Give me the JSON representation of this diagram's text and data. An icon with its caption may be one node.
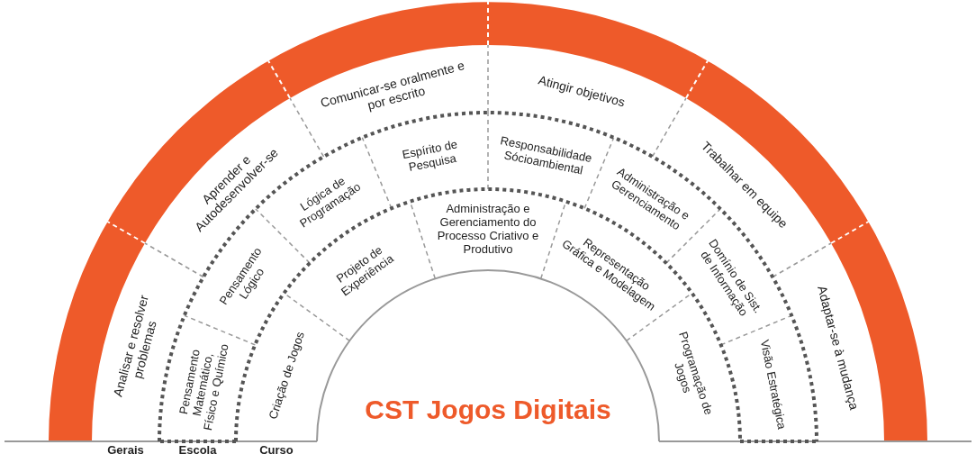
{
  "diagram": {
    "nodes": [
      {
        "text": [
          "Analisar e resolver problemas"
        ]
      },
      {
        "text": [
          "Aprender e Autodesenvolver-se"
        ]
      },
      {
        "text": [
          "Comunicar-se oralmente e por escrito"
        ]
      },
      {
        "text": [
          "Atingir objetivos"
        ]
      },
      {
        "text": [
          "Trabalhar em equipe"
        ]
      },
      {
        "text": [
          "Adaptar-se à mudança"
        ]
      },
      {
        "text": [
          "Pensamento Matemático, Físico e Químico"
        ]
      },
      {
        "text": [
          "Pensamento Lógico"
        ]
      },
      {
        "text": [
          "Lógica de Programação"
        ]
      },
      {
        "text": [
          "Espírito de Pesquisa"
        ]
      },
      {
        "text": [
          "Responsabilidade Sócioambiental"
        ]
      },
      {
        "text": [
          "Administração e Gerenciamento"
        ]
      },
      {
        "text": [
          "Domínio de Sist. de Informação"
        ]
      },
      {
        "text": [
          "Visão Estratégica"
        ]
      },
      {
        "text": [
          "Criação de Jogos"
        ]
      },
      {
        "text": [
          "Projeto de Experiência"
        ]
      },
      {
        "text": [
          "Administração e Gerenciamento do Processo Criativo e Produtivo"
        ]
      },
      {
        "text": [
          "Representação Gráfica e Modelagem"
        ]
      },
      {
        "text": [
          "Programação de Jogos"
        ]
      },
      {
        "text": [
          "CST Jogos Digitais"
        ]
      }
    ],
    "labels": [
      "Gerais",
      "Escola",
      "Curso"
    ]
  }
}
